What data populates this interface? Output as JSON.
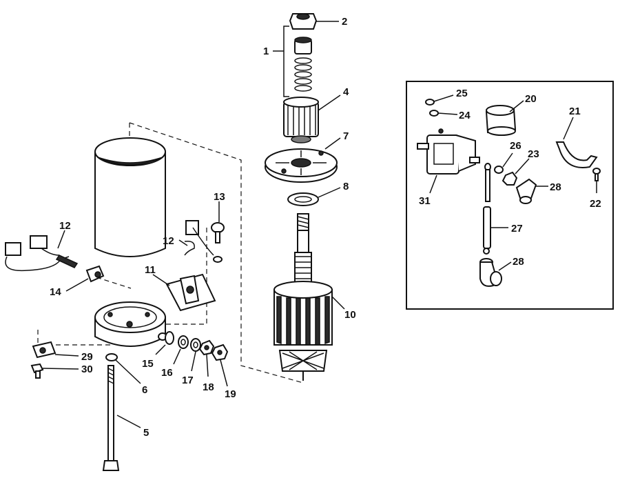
{
  "callouts": {
    "c1": "1",
    "c2": "2",
    "c4": "4",
    "c5": "5",
    "c6": "6",
    "c7": "7",
    "c8": "8",
    "c10": "10",
    "c11": "11",
    "c12a": "12",
    "c12b": "12",
    "c13": "13",
    "c14": "14",
    "c15": "15",
    "c16": "16",
    "c17": "17",
    "c18": "18",
    "c19": "19",
    "c20": "20",
    "c21": "21",
    "c22": "22",
    "c23": "23",
    "c24": "24",
    "c25": "25",
    "c26": "26",
    "c27": "27",
    "c28a": "28",
    "c28b": "28",
    "c29": "29",
    "c30": "30",
    "c31": "31"
  },
  "colors": {
    "ink": "#111111",
    "paper": "#ffffff"
  }
}
